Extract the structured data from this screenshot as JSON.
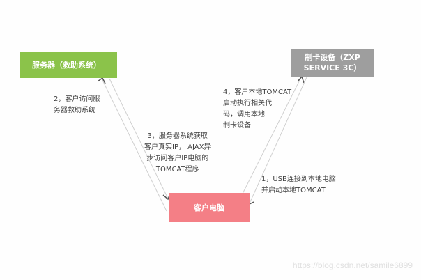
{
  "nodes": {
    "server": "服务器（救助系统）",
    "card_device": "制卡设备（ZXP SERVICE 3C）",
    "client": "客户电脑"
  },
  "steps": {
    "step1": [
      "1，USB连接到本地电脑",
      "并启动本地TOMCAT"
    ],
    "step2": [
      "2，客户访问服",
      "务器救助系统"
    ],
    "step3": [
      "3，服务器系统获取",
      "客户真实IP，  AJAX异",
      "步访问客户IP电脑的",
      "TOMCAT程序"
    ],
    "step4": [
      "4，客户本地TOMCAT",
      "启动执行相关代",
      "码，调用本地",
      "制卡设备"
    ]
  },
  "watermark": "https://blog.csdn.net/samile6899",
  "colors": {
    "server": "#8bc34a",
    "card_device": "#9e9e9e",
    "client": "#f47f86",
    "line": "#cfcfcf",
    "arrow": "#555555"
  }
}
